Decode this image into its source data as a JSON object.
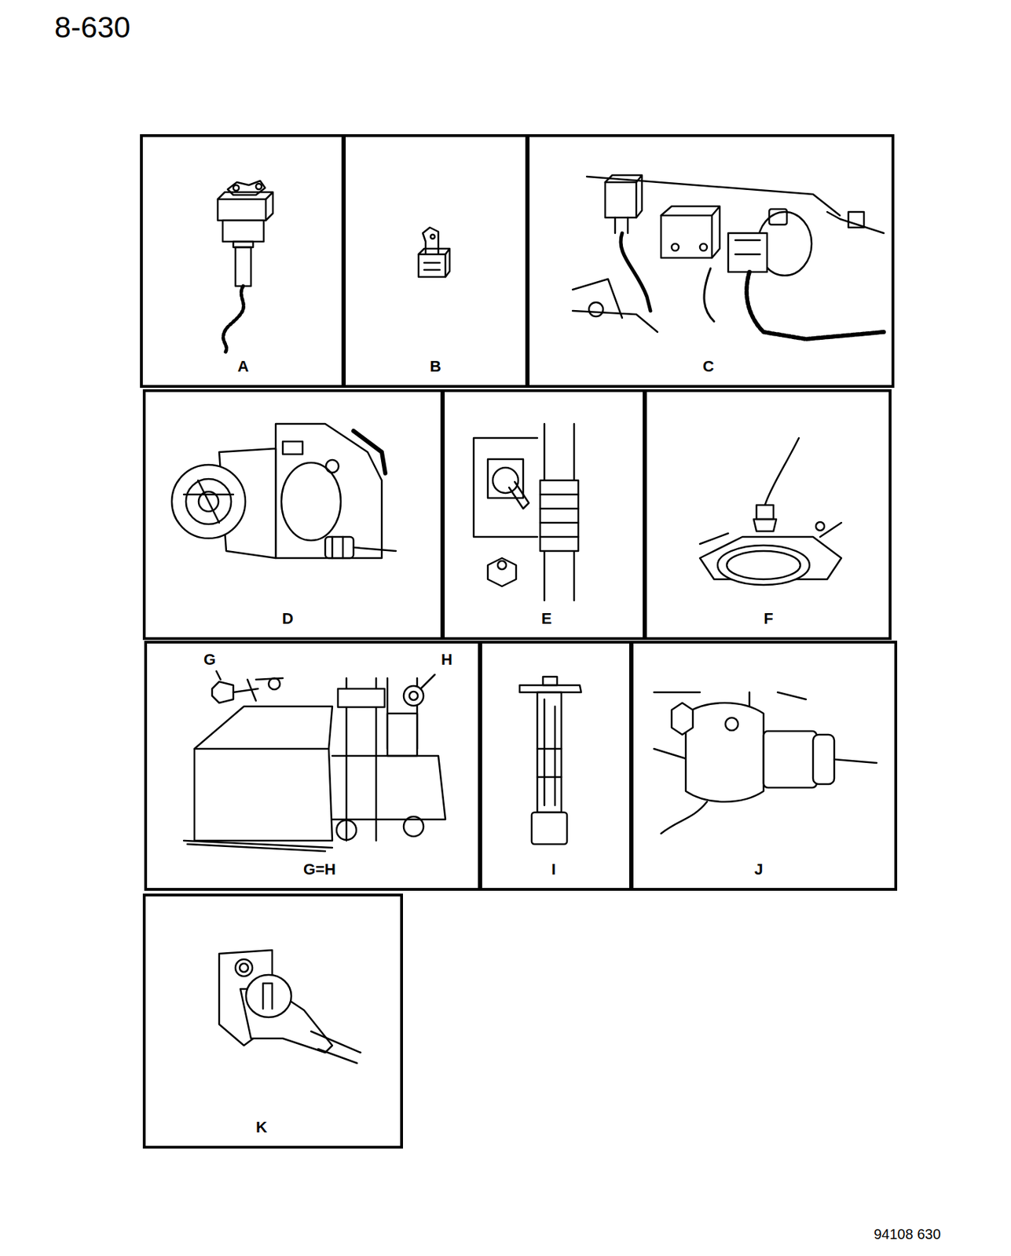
{
  "diagram": {
    "nodes": [
      {
        "text": [
          "A"
        ]
      },
      {
        "text": [
          "B"
        ]
      },
      {
        "text": [
          "C"
        ]
      },
      {
        "text": [
          "D"
        ]
      },
      {
        "text": [
          "E"
        ]
      },
      {
        "text": [
          "F"
        ]
      },
      {
        "text": [
          "G=H"
        ]
      },
      {
        "text": [
          "I"
        ]
      },
      {
        "text": [
          "J"
        ]
      },
      {
        "text": [
          "K"
        ]
      }
    ],
    "labels": [
      "8-630",
      "G",
      "H",
      "94108 630"
    ]
  }
}
